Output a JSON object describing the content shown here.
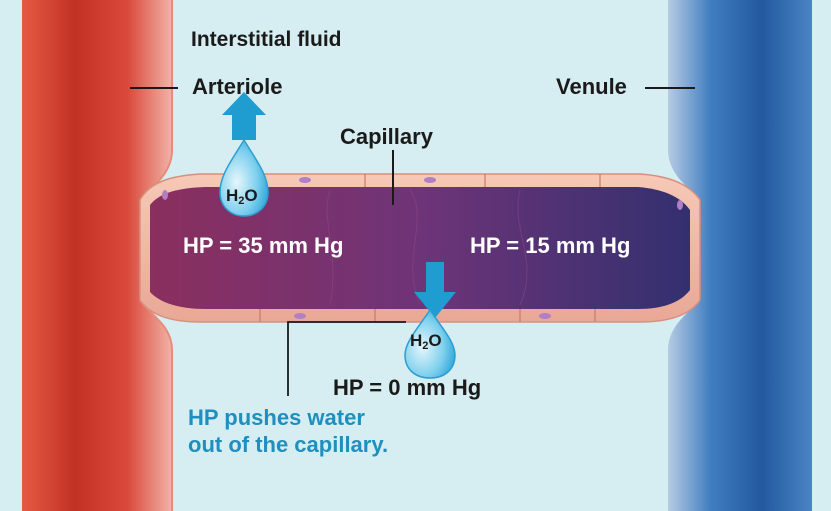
{
  "labels": {
    "interstitial_fluid": "Interstitial fluid",
    "arteriole": "Arteriole",
    "venule": "Venule",
    "capillary": "Capillary",
    "hp_arterial_end": "HP = 35 mm Hg",
    "hp_venous_end": "HP = 15 mm Hg",
    "hp_interstitial": "HP = 0 mm Hg",
    "water_h": "H",
    "water_sub": "2",
    "water_o": "O",
    "note_line1": "HP pushes water",
    "note_line2": "out of the capillary."
  },
  "colors": {
    "interstitial_fluid": "#d6edf2",
    "arteriole": "#cf3b2b",
    "venule": "#2f6fb3",
    "capillary_lumen_arterial": "#8a2f5e",
    "capillary_lumen_venous": "#3a2e7e",
    "water_arrow": "#1f9cd0",
    "note_text": "#1f8fbf"
  },
  "icons": {
    "water_flow": "arrow-up-icon",
    "water_drop": "water-drop-icon"
  }
}
